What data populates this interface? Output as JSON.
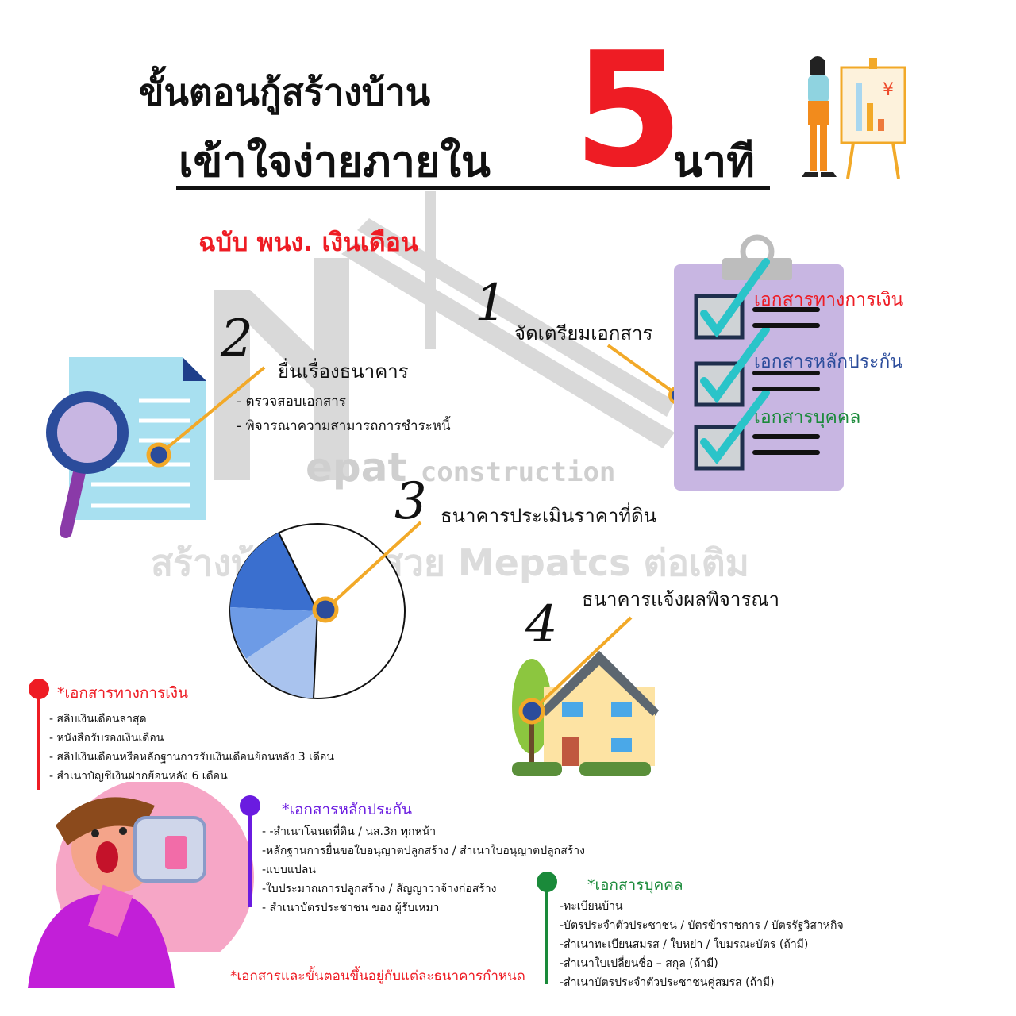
{
  "header": {
    "line1": "ขั้นตอนกู้สร้างบ้าน",
    "line2": "เข้าใจง่ายภายใน",
    "number": "5",
    "minutes": "นาที",
    "edition": "ฉบับ พนง. เงินเดือน"
  },
  "watermark": {
    "brand_letter": "epat",
    "brand_word": "construction",
    "tagline": "สร้างบ้าน บ้านสวย Mepatcs ต่อเติม"
  },
  "steps": [
    {
      "number": "1",
      "title": "จัดเตรียมเอกสาร"
    },
    {
      "number": "2",
      "title": "ยื่นเรื่องธนาคาร",
      "details": [
        "- ตรวจสอบเอกสาร",
        "- พิจารณาความสามารถการชำระหนี้"
      ]
    },
    {
      "number": "3",
      "title": "ธนาคารประเมินราคาที่ดิน"
    },
    {
      "number": "4",
      "title": "ธนาคารแจ้งผลพิจารณา"
    }
  ],
  "checklist": {
    "financial": "เอกสารทางการเงิน",
    "collateral": "เอกสารหลักประกัน",
    "personal": "เอกสารบุคคล"
  },
  "lists": {
    "financial": {
      "title": "*เอกสารทางการเงิน",
      "items": [
        "- สลิบเงินเดือนล่าสุด",
        "- หนังสือรับรองเงินเดือน",
        "- สลิปเงินเดือนหรือหลักฐานการรับเงินเดือนย้อนหลัง 3 เดือน",
        "- สำเนาบัญชีเงินฝากย้อนหลัง 6 เดือน"
      ]
    },
    "collateral": {
      "title": "*เอกสารหลักประกัน",
      "items": [
        "- -สำเนาโฉนดที่ดิน / นส.3ก ทุกหน้า",
        "-หลักฐานการยื่นขอใบอนุญาตปลูกสร้าง / สำเนาใบอนุญาตปลูกสร้าง",
        "-แบบแปลน",
        "-ใบประมาณการปลูกสร้าง / สัญญาว่าจ้างก่อสร้าง",
        "- สำเนาบัตรประชาชน ของ ผู้รับเหมา"
      ]
    },
    "personal": {
      "title": "*เอกสารบุคคล",
      "items": [
        "-ทะเบียนบ้าน",
        "-บัตรประจำตัวประชาชน / บัตรข้าราชการ / บัตรรัฐวิสาหกิจ",
        "-สำเนาทะเบียนสมรส / ใบหย่า / ใบมรณะบัตร (ถ้ามี)",
        "-สำเนาใบเปลี่ยนชื่อ – สกุล (ถ้ามี)",
        "-สำเนาบัตรประจำตัวประชาชนคู่สมรส (ถ้ามี)"
      ]
    }
  },
  "footnote": "*เอกสารและขั้นตอนขึ้นอยู่กับแต่ละธนาคารกำหนด",
  "colors": {
    "red": "#ee1c24",
    "blue": "#2b4c9b",
    "purple": "#6a1be0",
    "green": "#1a8a3a",
    "accent": "#f2a928"
  }
}
